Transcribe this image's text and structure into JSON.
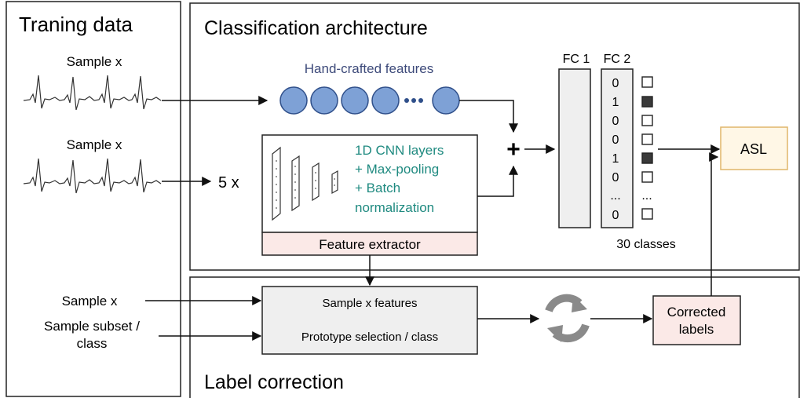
{
  "training_panel": {
    "title": "Traning data",
    "sample_top": "Sample x",
    "sample_mid": "Sample x",
    "repeat_label": "5 x",
    "sample_low": "Sample x",
    "subset_line1": "Sample subset /",
    "subset_line2": "class"
  },
  "classification_panel": {
    "title": "Classification architecture",
    "handcrafted_label": "Hand-crafted features",
    "cnn_title": "1D CNN layers",
    "cnn_line2": "+ Max-pooling",
    "cnn_line3": "+ Batch",
    "cnn_line4": "normalization",
    "feature_extractor": "Feature extractor",
    "fc1_label": "FC 1",
    "fc2_label": "FC 2",
    "fc2_values": [
      "0",
      "1",
      "0",
      "0",
      "1",
      "0",
      "...",
      "0"
    ],
    "checkbox_states": [
      false,
      true,
      false,
      false,
      true,
      false,
      null,
      false
    ],
    "ellipsis": "...",
    "classes_label": "30 classes",
    "asl_label": "ASL",
    "sum_symbol": "+"
  },
  "label_panel": {
    "title": "Label correction",
    "features_label": "Sample x features",
    "prototype_label": "Prototype selection / class",
    "corrected_line1": "Corrected",
    "corrected_line2": "labels"
  },
  "colors": {
    "circle_fill": "#7ea1d6",
    "circle_stroke": "#2f4f8a",
    "handcrafted_text": "#3d4a7a",
    "cnn_text": "#1f8a80",
    "pink_fill": "#fbe9e7",
    "asl_fill": "#fff7e6",
    "asl_stroke": "#e0b66a",
    "gray_fill": "#efefef",
    "dark_box": "#3a3a3a"
  }
}
